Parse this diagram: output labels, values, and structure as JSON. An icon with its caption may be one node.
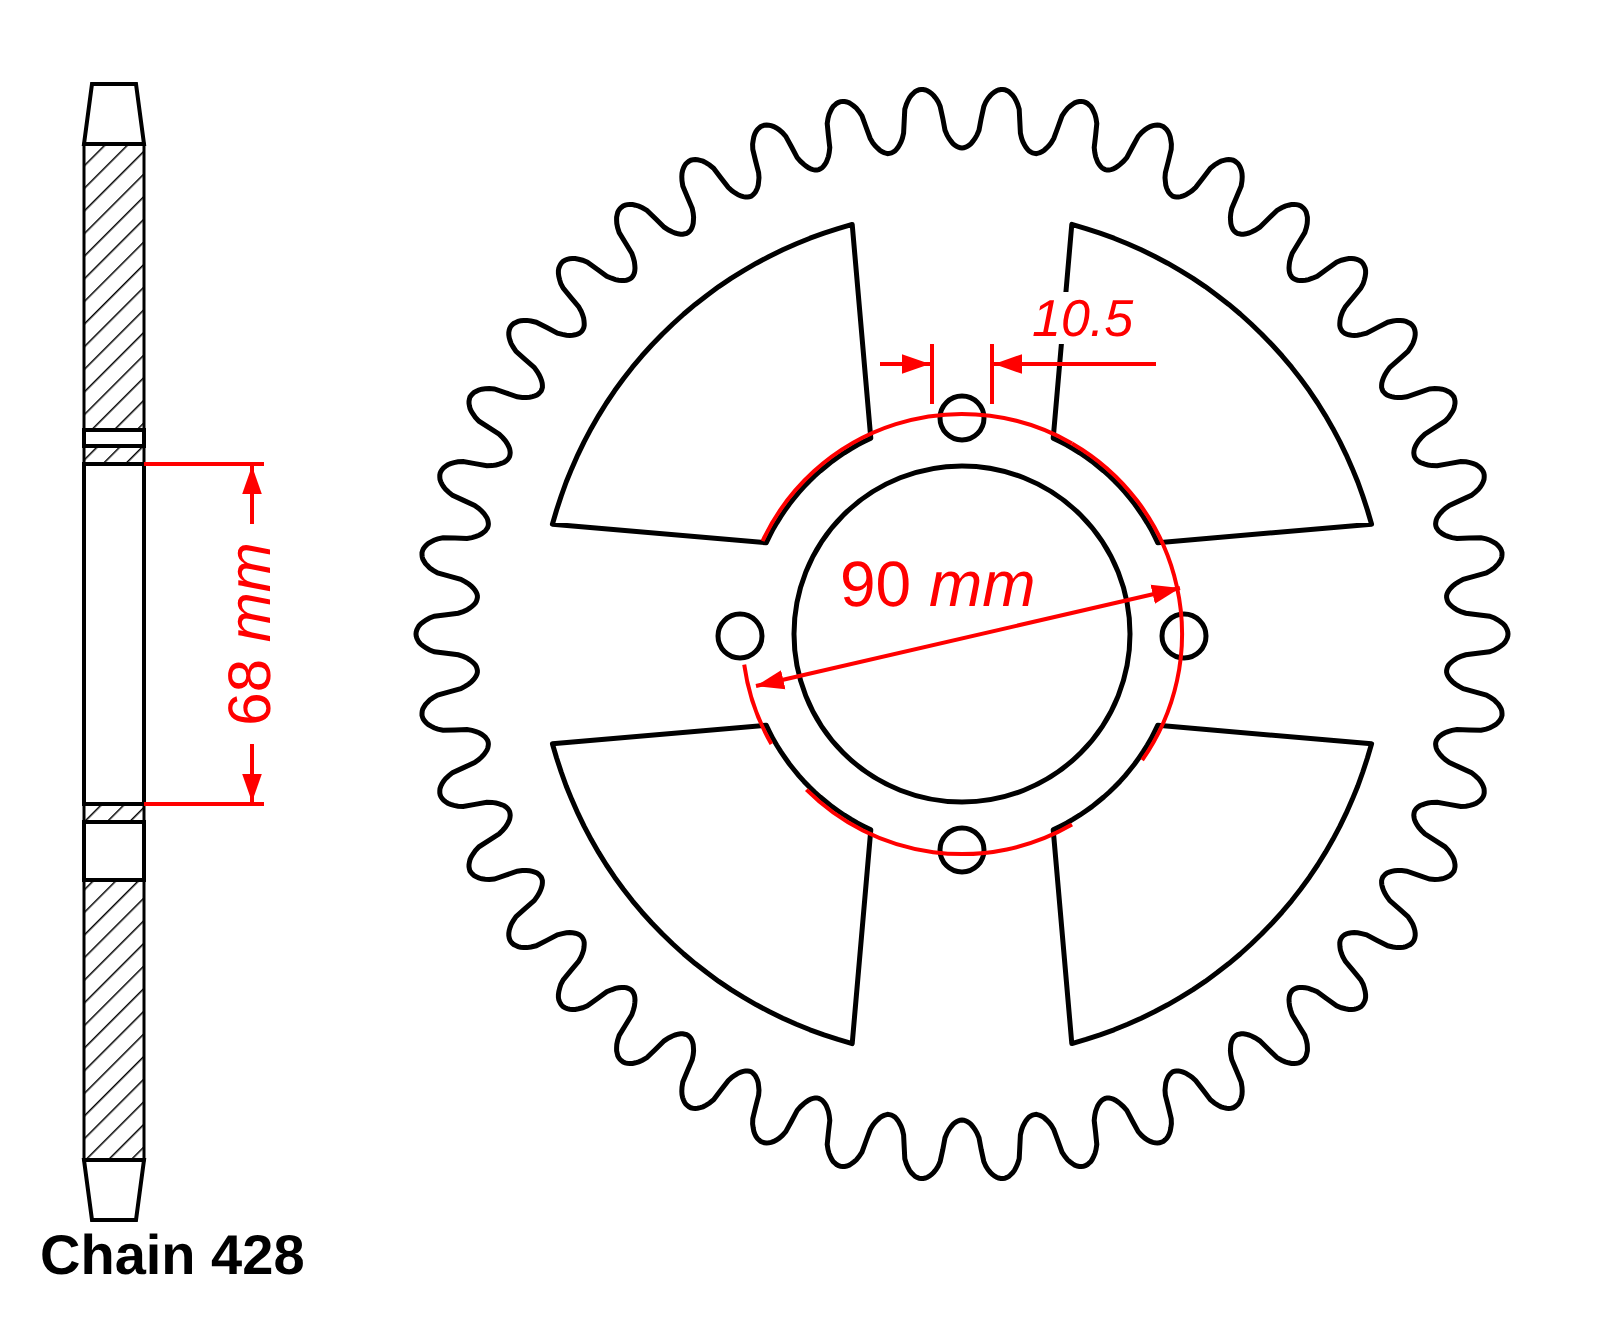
{
  "diagram": {
    "labels": [
      "68 *mm*",
      "10.5",
      "90 *mm*",
      "Chain 428"
    ]
  }
}
